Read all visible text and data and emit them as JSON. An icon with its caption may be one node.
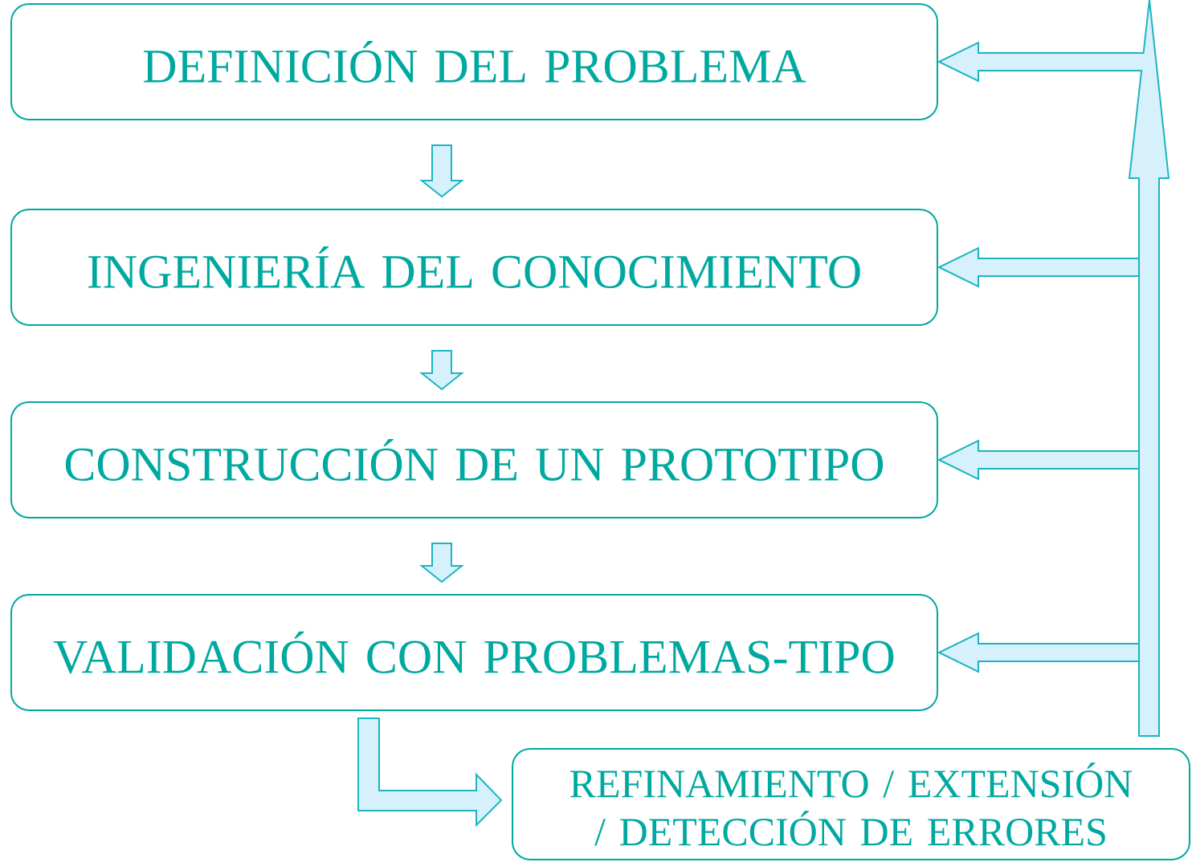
{
  "diagram": {
    "nodes": [
      {
        "text": [
          "DEFINICIÓN DEL PROBLEMA"
        ]
      },
      {
        "text": [
          "INGENIERÍA DEL CONOCIMIENTO"
        ]
      },
      {
        "text": [
          "CONSTRUCCIÓN DE UN PROTOTIPO"
        ]
      },
      {
        "text": [
          "VALIDACIÓN CON PROBLEMAS-TIPO"
        ]
      },
      {
        "text": [
          "REFINAMIENTO / EXTENSIÓN / DETECCIÓN DE ERRORES"
        ]
      }
    ],
    "edges": [
      {
        "from": 0,
        "to": 1,
        "arrow": "to"
      },
      {
        "from": 1,
        "to": 2,
        "arrow": "to"
      },
      {
        "from": 2,
        "to": 3,
        "arrow": "to"
      },
      {
        "from": 3,
        "to": 4,
        "arrow": "to"
      },
      {
        "from": 4,
        "to": 0,
        "arrow": "to"
      },
      {
        "from": 4,
        "to": 1,
        "arrow": "to"
      },
      {
        "from": 4,
        "to": 2,
        "arrow": "to"
      },
      {
        "from": 4,
        "to": 3,
        "arrow": "to"
      }
    ]
  }
}
